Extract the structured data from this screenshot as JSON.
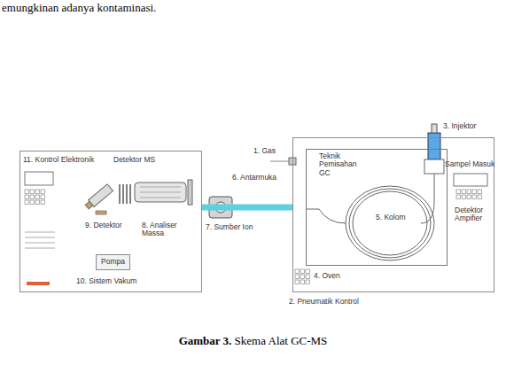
{
  "diagram": {
    "caption": "Gambar 3. Skema Alat GC-MS",
    "nodes": [
      {
        "text": [
          "11. Kontrol Elektronik"
        ]
      },
      {
        "text": [
          "Pompa"
        ],
        "in": 0
      },
      {
        "text": [
          "Detektor Ampifier"
        ]
      },
      {
        "text": [
          "4. Oven",
          "5. Kolom"
        ],
        "in": 2
      }
    ],
    "edges": [
      {
        "from": 2,
        "to": 0,
        "arrow": "none"
      }
    ],
    "labels": [
      "emungkinan adanya kontaminasi.",
      "Detektor MS",
      "9. Detektor",
      "8. Analiser Massa",
      "7. Sumber Ion",
      "6. Antarmuka",
      "1. Gas",
      "Teknik Pemisahan GC",
      "3. Injektor",
      "Sampel Masuk",
      "2. Pneumatik Kontrol",
      "10. Sistem Vakum"
    ]
  }
}
